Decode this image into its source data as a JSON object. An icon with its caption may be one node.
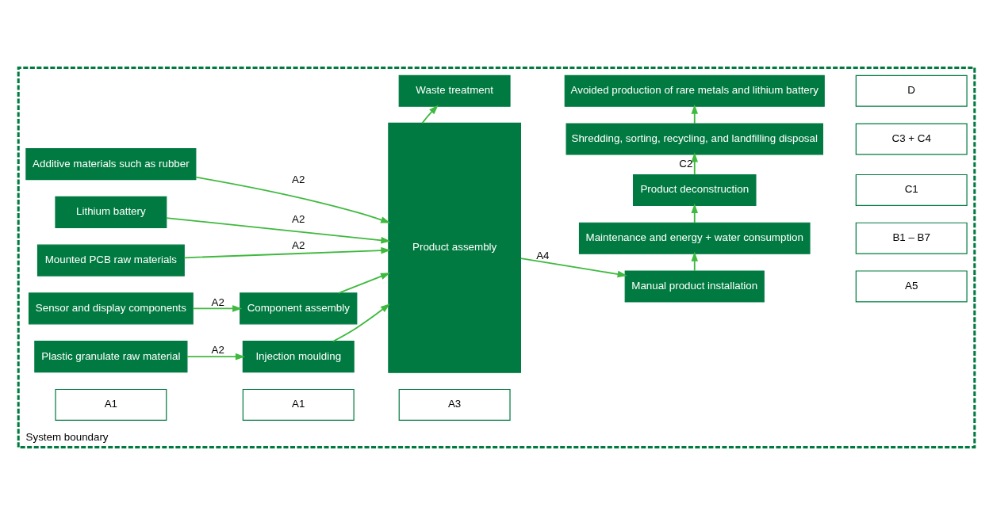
{
  "diagram": {
    "nodes": [
      {
        "text": [
          "System boundary"
        ]
      },
      {
        "text": [
          "A1"
        ],
        "in": 0
      },
      {
        "text": [
          "A1"
        ],
        "in": 0
      },
      {
        "text": [
          "A3"
        ],
        "in": 0
      },
      {
        "text": [
          "Plastic granulate raw material"
        ],
        "in": 0
      },
      {
        "text": [
          "Sensor and display components"
        ],
        "in": 0
      },
      {
        "text": [
          "Mounted PCB raw materials"
        ],
        "in": 0
      },
      {
        "text": [
          "Lithium battery"
        ],
        "in": 0
      },
      {
        "text": [
          "Additive materials such as rubber"
        ],
        "in": 0
      },
      {
        "text": [
          "Injection moulding"
        ],
        "in": 0
      },
      {
        "text": [
          "Component assembly"
        ],
        "in": 0
      },
      {
        "text": [
          "Product assembly"
        ],
        "in": 0
      },
      {
        "text": [
          "Waste treatment"
        ],
        "in": 0
      },
      {
        "text": [
          "Manual product installation"
        ],
        "in": 0
      },
      {
        "text": [
          "Maintenance and energy + water consumption"
        ],
        "in": 0
      },
      {
        "text": [
          "Product deconstruction"
        ],
        "in": 0
      },
      {
        "text": [
          "Shredding, sorting, recycling, and landfilling disposal"
        ],
        "in": 0
      },
      {
        "text": [
          "Avoided production of rare metals and lithium battery"
        ],
        "in": 0
      },
      {
        "text": [
          "A5"
        ],
        "in": 0
      },
      {
        "text": [
          "B1 – B7"
        ],
        "in": 0
      },
      {
        "text": [
          "C1"
        ],
        "in": 0
      },
      {
        "text": [
          "C3 + C4"
        ],
        "in": 0
      },
      {
        "text": [
          "D"
        ],
        "in": 0
      }
    ],
    "edges": [
      {
        "from": 4,
        "to": 9,
        "arrow": "to",
        "label": "A2"
      },
      {
        "from": 5,
        "to": 10,
        "arrow": "to",
        "label": "A2"
      },
      {
        "from": 6,
        "to": 11,
        "arrow": "to",
        "label": "A2"
      },
      {
        "from": 7,
        "to": 11,
        "arrow": "to",
        "label": "A2"
      },
      {
        "from": 8,
        "to": 11,
        "arrow": "to",
        "label": "A2"
      },
      {
        "from": 9,
        "to": 11,
        "arrow": "to"
      },
      {
        "from": 10,
        "to": 11,
        "arrow": "to"
      },
      {
        "from": 11,
        "to": 12,
        "arrow": "to"
      },
      {
        "from": 11,
        "to": 13,
        "arrow": "to",
        "label": "A4"
      },
      {
        "from": 13,
        "to": 14,
        "arrow": "to"
      },
      {
        "from": 14,
        "to": 15,
        "arrow": "to"
      },
      {
        "from": 15,
        "to": 16,
        "arrow": "to",
        "label": "C2"
      },
      {
        "from": 16,
        "to": 17,
        "arrow": "to"
      }
    ]
  }
}
